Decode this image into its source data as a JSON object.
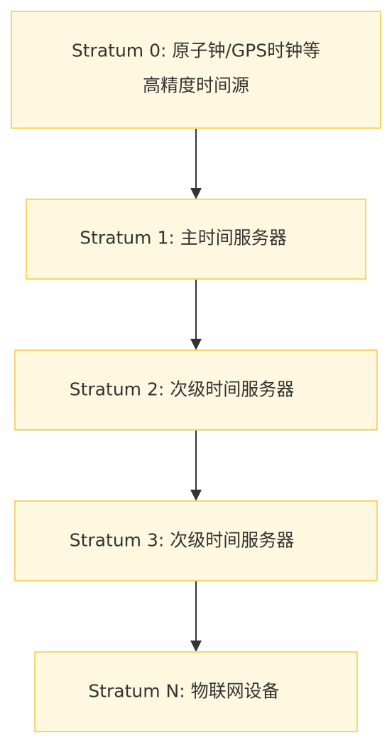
{
  "diagram": {
    "type": "flowchart",
    "direction": "top-to-bottom",
    "colors": {
      "node_fill": "#fff8e1",
      "node_border": "#f5c842",
      "text": "#333333",
      "edge": "#333333"
    },
    "nodes": [
      {
        "id": "stratum-0",
        "lines": [
          "Stratum 0: 原子钟/GPS时钟等",
          "高精度时间源"
        ]
      },
      {
        "id": "stratum-1",
        "lines": [
          "Stratum 1: 主时间服务器"
        ]
      },
      {
        "id": "stratum-2",
        "lines": [
          "Stratum 2: 次级时间服务器"
        ]
      },
      {
        "id": "stratum-3",
        "lines": [
          "Stratum 3: 次级时间服务器"
        ]
      },
      {
        "id": "stratum-n",
        "lines": [
          "Stratum N: 物联网设备"
        ]
      }
    ],
    "edges": [
      {
        "from": "stratum-0",
        "to": "stratum-1"
      },
      {
        "from": "stratum-1",
        "to": "stratum-2"
      },
      {
        "from": "stratum-2",
        "to": "stratum-3"
      },
      {
        "from": "stratum-3",
        "to": "stratum-n"
      }
    ]
  }
}
